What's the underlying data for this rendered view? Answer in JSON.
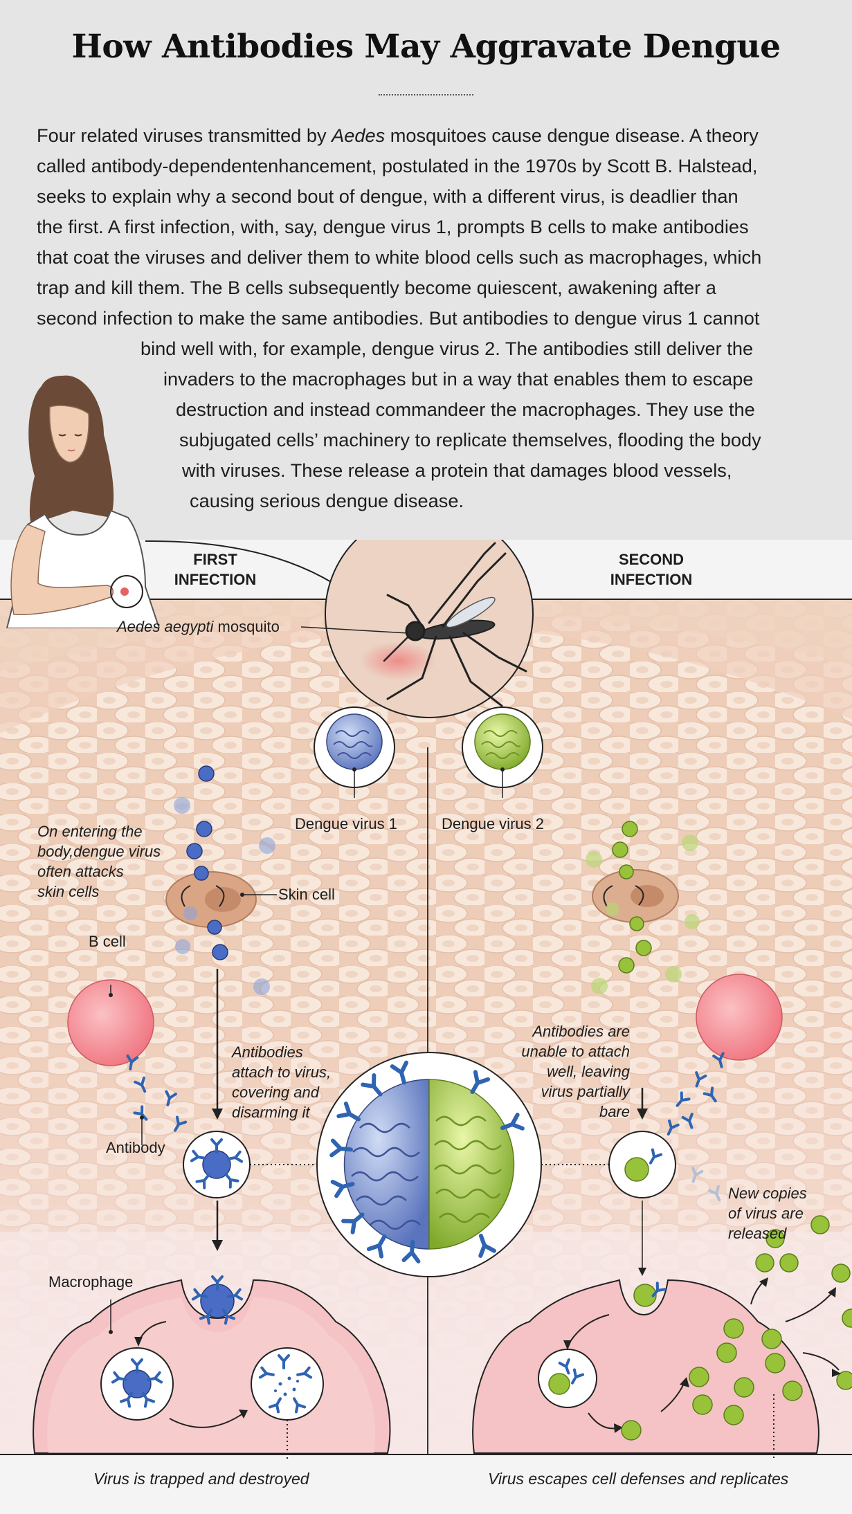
{
  "title": "How Antibodies May Aggravate Dengue",
  "intro": {
    "lines": [
      {
        "pre": "Four related viruses transmitted by ",
        "em": "Aedes",
        "post": " mosquitoes cause dengue disease. A theory"
      },
      {
        "pre": "called antibody-dependentenhancement, postulated in the 1970s by Scott B. Halstead,"
      },
      {
        "pre": "seeks to explain why a second bout of dengue, with a different virus, is deadlier than"
      },
      {
        "pre": "the first. A first infection, with, say, dengue virus 1, prompts B cells to make antibodies"
      },
      {
        "pre": "that coat the viruses and deliver them to white blood cells such as macrophages, which"
      },
      {
        "pre": "trap and kill them. The B cells subsequently become quiescent, awakening after a"
      },
      {
        "pre": "second infection to make the same antibodies. But antibodies to dengue virus 1 cannot"
      },
      {
        "pre": "bind well with, for example, dengue virus 2. The antibodies still deliver the"
      },
      {
        "pre": "invaders to the macrophages but in a way that enables them to escape"
      },
      {
        "pre": "destruction and instead commandeer the macrophages. They use the"
      },
      {
        "pre": "subjugated cells’ machinery to replicate themselves, flooding the body"
      },
      {
        "pre": "with viruses. These release a protein that damages blood vessels,"
      },
      {
        "pre": "causing serious dengue disease."
      }
    ]
  },
  "labels": {
    "first_infection": [
      "FIRST",
      "INFECTION"
    ],
    "second_infection": [
      "SECOND",
      "INFECTION"
    ],
    "mosquito_species": "Aedes aegypti",
    "mosquito_word": " mosquito",
    "virus1": "Dengue virus 1",
    "virus2": "Dengue virus 2",
    "skin_cell": "Skin cell",
    "b_cell": "B cell",
    "antibody": "Antibody",
    "macrophage": "Macrophage",
    "note_entering": [
      "On entering the",
      "body,dengue virus",
      "often attacks",
      "skin cells"
    ],
    "note_attach": [
      "Antibodies",
      "attach to virus,",
      "covering and",
      "disarming it"
    ],
    "note_unable": [
      "Antibodies are",
      "unable to attach",
      "well, leaving",
      "virus partially",
      "bare"
    ],
    "note_new_copies": [
      "New copies",
      "of virus are",
      "released"
    ],
    "caption_left": "Virus is trapped and destroyed",
    "caption_right": "Virus escapes cell defenses and replicates"
  },
  "colors": {
    "virus1": "#6e86c9",
    "virus2": "#9cc33a",
    "antibody": "#2f64b3",
    "skin": "#f3dccb",
    "macrophage": "#f5c3c5",
    "b_cell": "#f07f88"
  }
}
